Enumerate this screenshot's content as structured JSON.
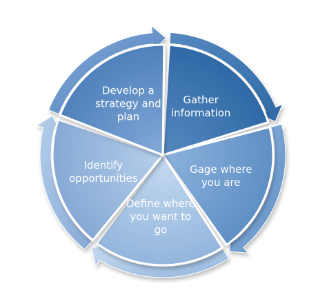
{
  "diagram": {
    "type": "cycle",
    "colors": {
      "background": "#ffffff",
      "arrow_fill": "#c5d8ee",
      "arrow_edge": "#5f8fc4"
    },
    "segments": [
      {
        "id": "gather",
        "lines": [
          "Gather",
          "information"
        ],
        "fill_light": "#5688c0",
        "fill_dark": "#2f6aa6"
      },
      {
        "id": "gage",
        "lines": [
          "Gage where",
          "you are"
        ],
        "fill_light": "#8db3de",
        "fill_dark": "#5f8fc4"
      },
      {
        "id": "define",
        "lines": [
          "Define where",
          "you want to",
          "go"
        ],
        "fill_light": "#c6dbf1",
        "fill_dark": "#93b5dc"
      },
      {
        "id": "identify",
        "lines": [
          "Identify",
          "opportunities"
        ],
        "fill_light": "#b6cfeb",
        "fill_dark": "#86a9d5"
      },
      {
        "id": "develop",
        "lines": [
          "Develop a",
          "strategy and",
          "plan"
        ],
        "fill_light": "#83a9d8",
        "fill_dark": "#4f81bb"
      }
    ]
  }
}
